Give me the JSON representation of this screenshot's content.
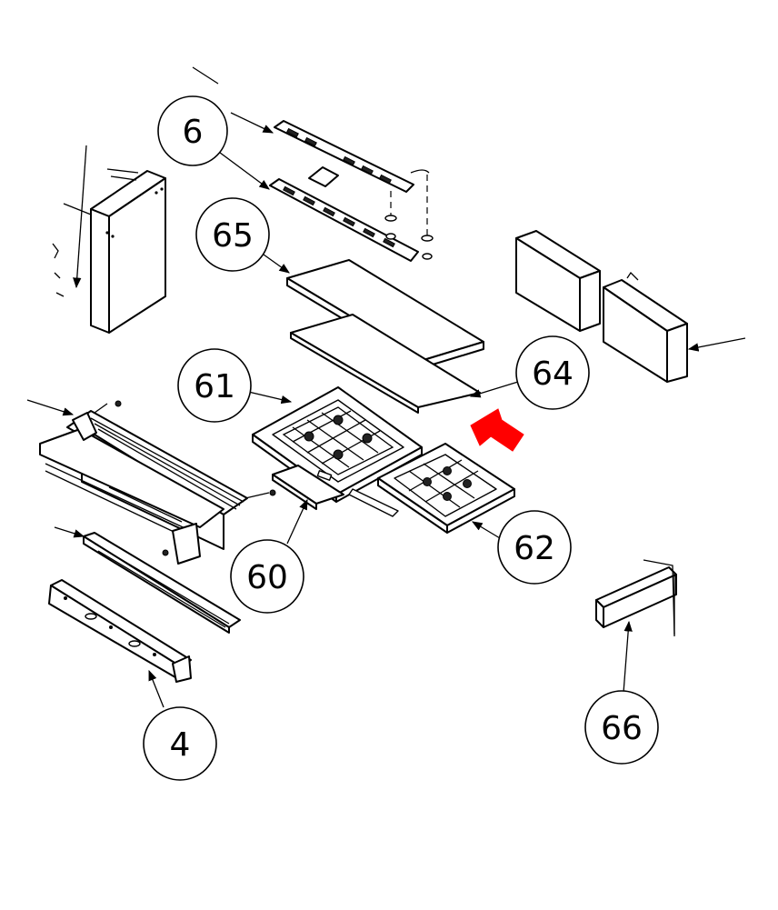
{
  "callouts": [
    {
      "id": "6",
      "label": "6"
    },
    {
      "id": "65",
      "label": "65"
    },
    {
      "id": "61",
      "label": "61"
    },
    {
      "id": "64",
      "label": "64"
    },
    {
      "id": "62",
      "label": "62"
    },
    {
      "id": "60",
      "label": "60"
    },
    {
      "id": "4",
      "label": "4"
    },
    {
      "id": "66",
      "label": "66"
    }
  ],
  "colors": {
    "line": "#000000",
    "background": "#ffffff",
    "highlight_arrow": "#ff0000"
  }
}
